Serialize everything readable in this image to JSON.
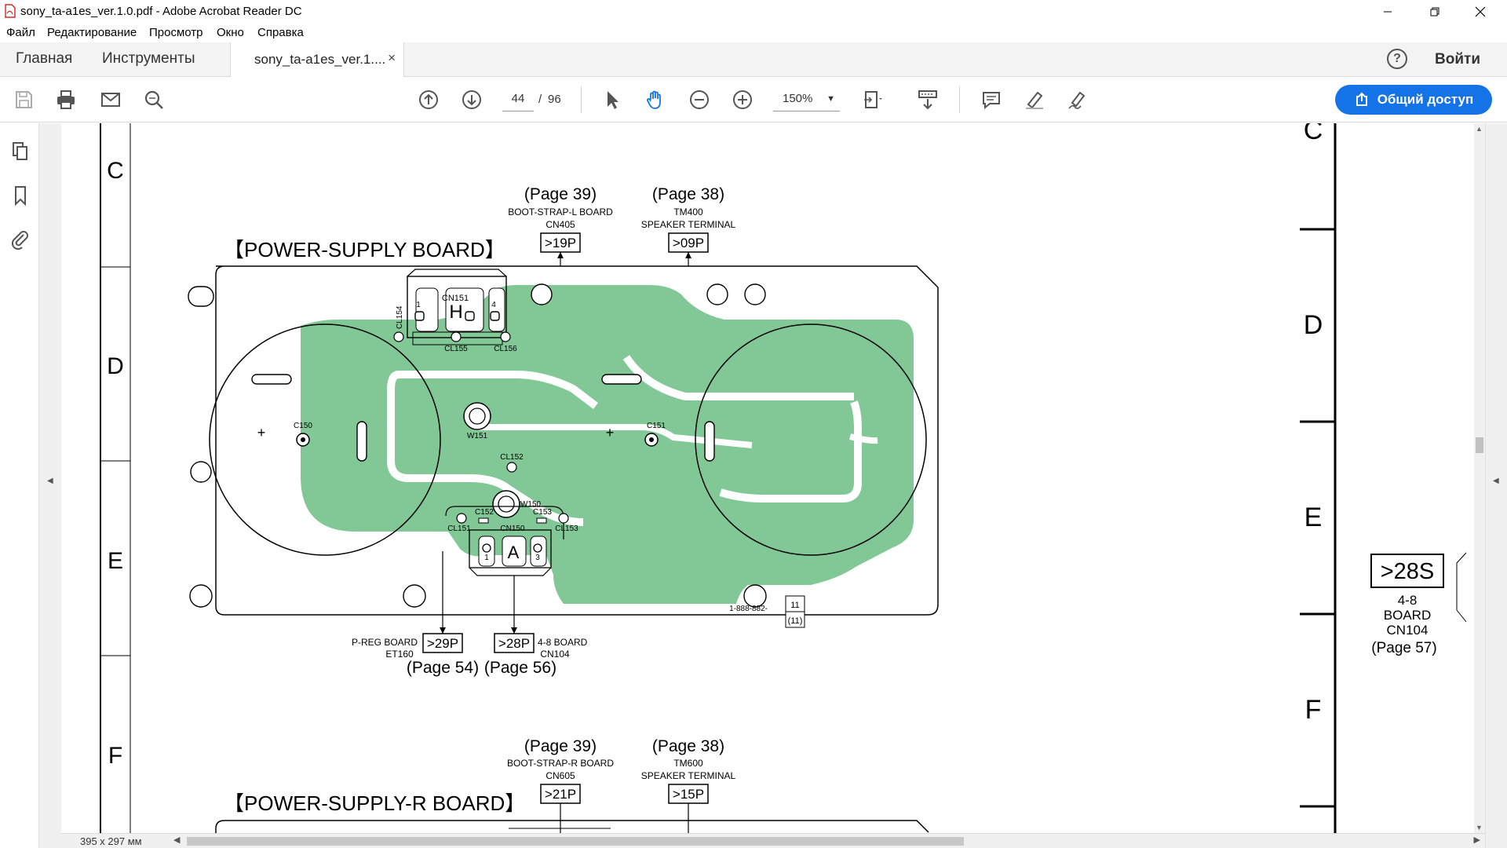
{
  "window": {
    "title": "sony_ta-a1es_ver.1.0.pdf - Adobe Acrobat Reader DC",
    "minimize_icon": "minimize-icon",
    "restore_icon": "restore-icon",
    "close_icon": "close-icon"
  },
  "menu": [
    "Файл",
    "Редактирование",
    "Просмотр",
    "Окно",
    "Справка"
  ],
  "tabs": {
    "home": "Главная",
    "tools": "Инструменты",
    "document": "sony_ta-a1es_ver.1....",
    "close_symbol": "×",
    "help_symbol": "?",
    "signin": "Войти"
  },
  "toolbar": {
    "current_page": "44",
    "page_separator": "/",
    "page_count": "96",
    "zoom": "150%",
    "share_label": "Общий доступ",
    "icons": [
      "save-icon",
      "print-icon",
      "email-icon",
      "search-icon",
      "page-up-icon",
      "page-down-icon",
      "select-cursor-icon",
      "hand-tool-icon",
      "zoom-out-icon",
      "zoom-in-icon",
      "fit-page-icon",
      "scroll-mode-icon",
      "comment-icon",
      "highlight-icon",
      "sign-icon",
      "share-icon"
    ]
  },
  "leftnav": {
    "icons": [
      "pages-icon",
      "bookmark-icon",
      "attachment-icon"
    ]
  },
  "status": {
    "dimensions": "395 x 297 мм"
  },
  "document": {
    "grid_rows_left": [
      "C",
      "D",
      "E",
      "F"
    ],
    "grid_rows_right": [
      "C",
      "D",
      "E",
      "F"
    ],
    "board1": {
      "title": "【POWER-SUPPLY BOARD】",
      "top_ref1": {
        "page": "(Page 39)",
        "line1": "BOOT-STRAP-L BOARD",
        "line2": "CN405",
        "tag": ">19P"
      },
      "top_ref2": {
        "page": "(Page 38)",
        "line1": "TM400",
        "line2": "SPEAKER TERMINAL",
        "tag": ">09P"
      },
      "bottom_ref1": {
        "page": "(Page 54)",
        "line1": "P-REG BOARD",
        "line2": "ET160",
        "tag": ">29P"
      },
      "bottom_ref2": {
        "page": "(Page 56)",
        "line1": "4-8 BOARD",
        "line2": "CN104",
        "tag": ">28P"
      },
      "part_number": "1-888-882-",
      "rev_top": "11",
      "rev_bottom": "(11)",
      "labels": {
        "cn151": "CN151",
        "pin1": "1",
        "pin4": "4",
        "h": "H",
        "cl154": "CL154",
        "cl155": "CL155",
        "cl156": "CL156",
        "c150": "C150",
        "c151": "C151",
        "w151": "W151",
        "cl152": "CL152",
        "w150": "W150",
        "c152": "C152",
        "c153": "C153",
        "cl151": "CL151",
        "cn150": "CN150",
        "cl153": "CL153",
        "pin1b": "1",
        "pin3": "3",
        "a": "A",
        "plus": "+"
      }
    },
    "side_ref": {
      "tag": ">28S",
      "line1": "4-8",
      "line2": "BOARD",
      "line3": "CN104",
      "page": "(Page 57)"
    },
    "board2": {
      "title": "【POWER-SUPPLY-R BOARD】",
      "top_ref1": {
        "page": "(Page 39)",
        "line1": "BOOT-STRAP-R BOARD",
        "line2": "CN605",
        "tag": ">21P"
      },
      "top_ref2": {
        "page": "(Page 38)",
        "line1": "TM600",
        "line2": "SPEAKER TERMINAL",
        "tag": ">15P"
      }
    }
  },
  "colors": {
    "pcb_green": "#82c896",
    "accent": "#1473e6"
  }
}
